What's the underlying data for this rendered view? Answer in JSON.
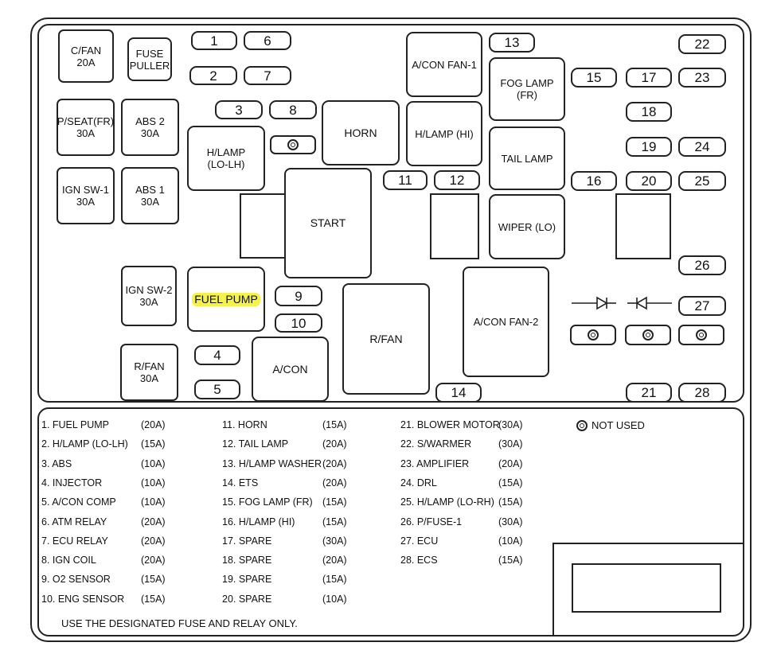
{
  "boxes": {
    "cfan": "C/FAN\n20A",
    "fuse_puller": "FUSE\nPULLER",
    "pseat": "P/SEAT(FR)\n30A",
    "abs2": "ABS 2\n30A",
    "ignsw1": "IGN SW-1\n30A",
    "abs1": "ABS 1\n30A",
    "hlamp_lolh": "H/LAMP\n(LO-LH)",
    "horn": "HORN",
    "start": "START",
    "acon_fan1": "A/CON FAN-1",
    "hlamp_hi": "H/LAMP (HI)",
    "fog_lamp": "FOG LAMP\n(FR)",
    "tail_lamp": "TAIL LAMP",
    "wiper_lo": "WIPER (LO)",
    "ignsw2": "IGN SW-2\n30A",
    "fuel_pump": "FUEL PUMP",
    "rfan_relay": "R/FAN",
    "acon_fan2": "A/CON FAN-2",
    "rfan_fuse": "R/FAN\n30A",
    "acon": "A/CON"
  },
  "fuse_numbers": {
    "f1": "1",
    "f2": "2",
    "f3": "3",
    "f4": "4",
    "f5": "5",
    "f6": "6",
    "f7": "7",
    "f8": "8",
    "f9": "9",
    "f10": "10",
    "f11": "11",
    "f12": "12",
    "f13": "13",
    "f14": "14",
    "f15": "15",
    "f16": "16",
    "f17": "17",
    "f18": "18",
    "f19": "19",
    "f20": "20",
    "f21": "21",
    "f22": "22",
    "f23": "23",
    "f24": "24",
    "f25": "25",
    "f26": "26",
    "f27": "27",
    "f28": "28"
  },
  "legend": [
    {
      "name": "1. FUEL PUMP",
      "amp": "(20A)"
    },
    {
      "name": "2. H/LAMP (LO-LH)",
      "amp": "(15A)"
    },
    {
      "name": "3. ABS",
      "amp": "(10A)"
    },
    {
      "name": "4. INJECTOR",
      "amp": "(10A)"
    },
    {
      "name": "5. A/CON COMP",
      "amp": "(10A)"
    },
    {
      "name": "6. ATM RELAY",
      "amp": "(20A)"
    },
    {
      "name": "7. ECU RELAY",
      "amp": "(20A)"
    },
    {
      "name": "8. IGN COIL",
      "amp": "(20A)"
    },
    {
      "name": "9. O2 SENSOR",
      "amp": "(15A)"
    },
    {
      "name": "10. ENG SENSOR",
      "amp": "(15A)"
    },
    {
      "name": "11. HORN",
      "amp": "(15A)"
    },
    {
      "name": "12. TAIL LAMP",
      "amp": "(20A)"
    },
    {
      "name": "13. H/LAMP WASHER",
      "amp": "(20A)"
    },
    {
      "name": "14. ETS",
      "amp": "(20A)"
    },
    {
      "name": "15. FOG LAMP (FR)",
      "amp": "(15A)"
    },
    {
      "name": "16. H/LAMP (HI)",
      "amp": "(15A)"
    },
    {
      "name": "17. SPARE",
      "amp": "(30A)"
    },
    {
      "name": "18. SPARE",
      "amp": "(20A)"
    },
    {
      "name": "19. SPARE",
      "amp": "(15A)"
    },
    {
      "name": "20. SPARE",
      "amp": "(10A)"
    },
    {
      "name": "21. BLOWER MOTOR",
      "amp": "(30A)"
    },
    {
      "name": "22. S/WARMER",
      "amp": "(30A)"
    },
    {
      "name": "23. AMPLIFIER",
      "amp": "(20A)"
    },
    {
      "name": "24. DRL",
      "amp": "(15A)"
    },
    {
      "name": "25. H/LAMP (LO-RH)",
      "amp": "(15A)"
    },
    {
      "name": "26. P/FUSE-1",
      "amp": "(30A)"
    },
    {
      "name": "27. ECU",
      "amp": "(10A)"
    },
    {
      "name": "28. ECS",
      "amp": "(15A)"
    }
  ],
  "not_used": "NOT USED",
  "footer_note": "USE THE DESIGNATED FUSE AND RELAY ONLY.",
  "colors": {
    "highlight": "#f6f24c",
    "line": "#222222"
  }
}
